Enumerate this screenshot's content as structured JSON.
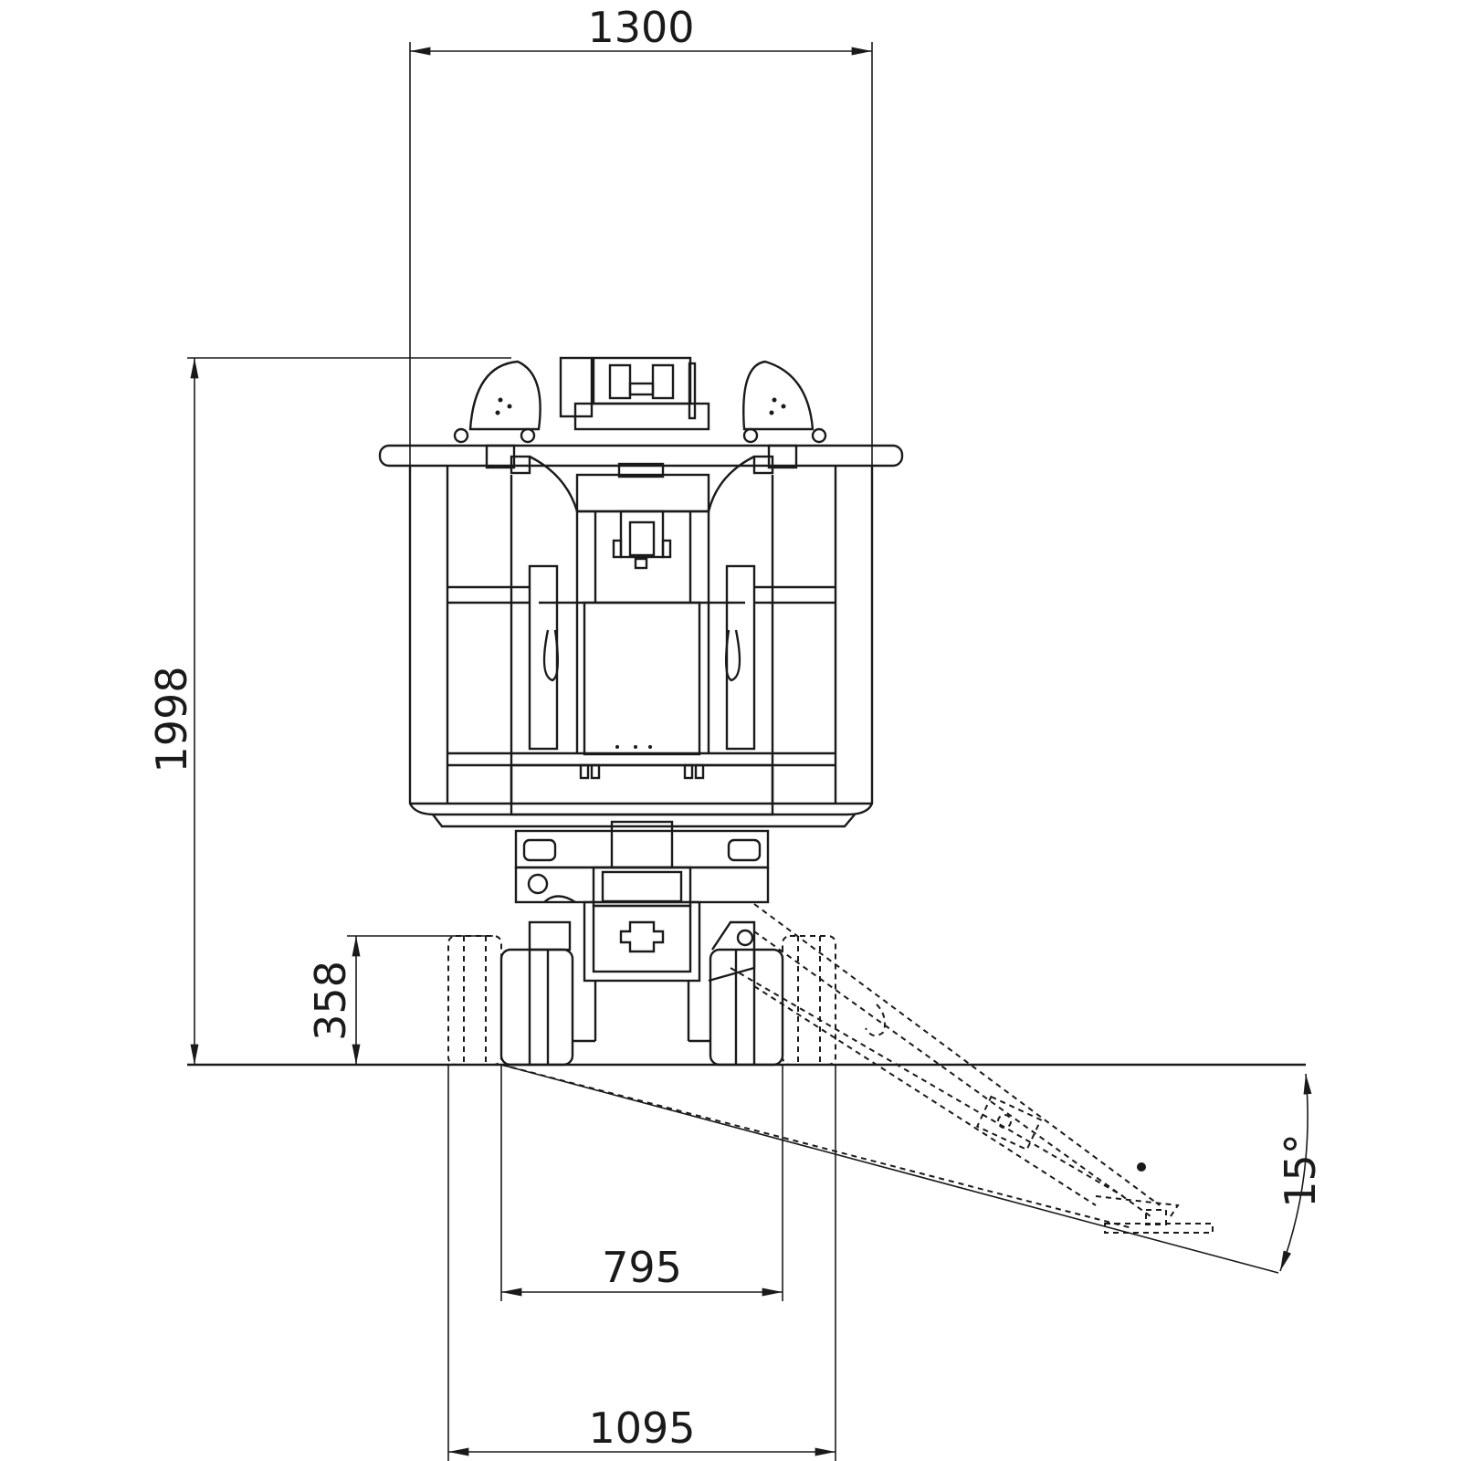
{
  "dimensions": {
    "top_width": "1300",
    "total_height": "1998",
    "ground_clearance": "358",
    "inner_track": "795",
    "outer_track": "1095",
    "tilt_angle": "15°"
  }
}
